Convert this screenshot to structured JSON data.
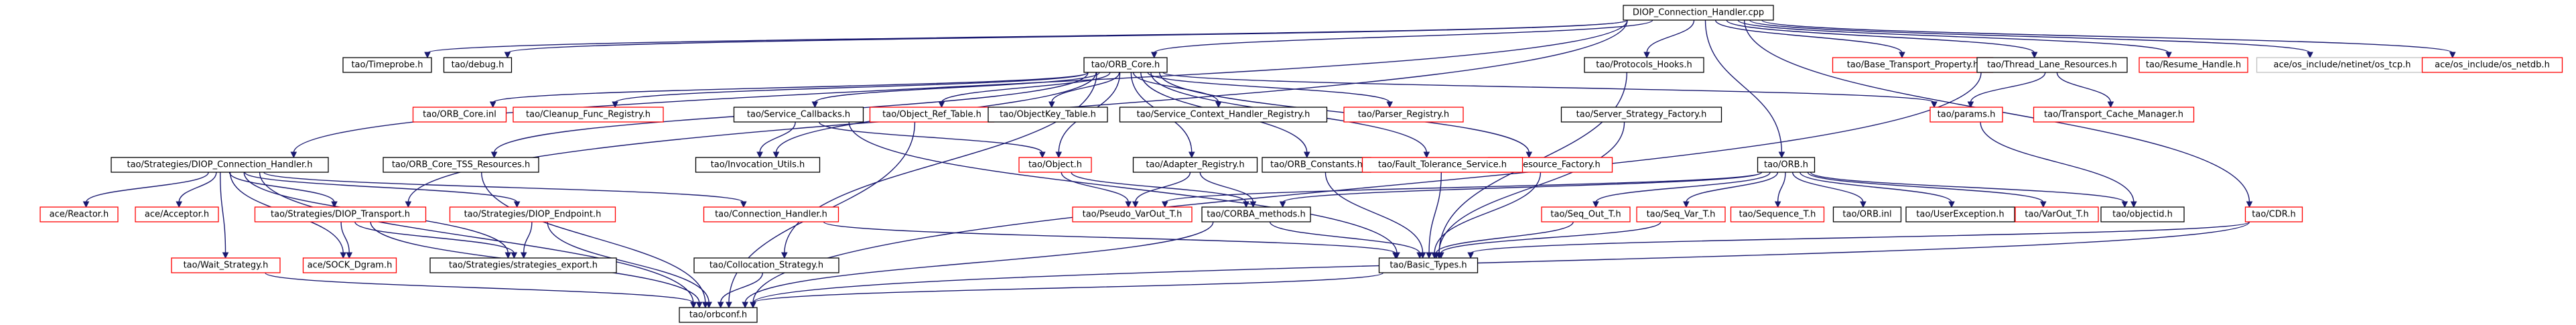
{
  "nodes": [
    {
      "id": "diop_cpp",
      "label": "DIOP_Connection_Handler.cpp",
      "kind": "root"
    },
    {
      "id": "timeprobe",
      "label": "tao/Timeprobe.h",
      "kind": "plain"
    },
    {
      "id": "debug",
      "label": "tao/debug.h",
      "kind": "plain"
    },
    {
      "id": "orb_core",
      "label": "tao/ORB_Core.h",
      "kind": "plain"
    },
    {
      "id": "protocols_hooks",
      "label": "tao/Protocols_Hooks.h",
      "kind": "plain"
    },
    {
      "id": "base_transport_property",
      "label": "tao/Base_Transport_Property.h",
      "kind": "missing"
    },
    {
      "id": "thread_lane_resources",
      "label": "tao/Thread_Lane_Resources.h",
      "kind": "plain"
    },
    {
      "id": "resume_handle",
      "label": "tao/Resume_Handle.h",
      "kind": "missing"
    },
    {
      "id": "netinet_tcp",
      "label": "ace/os_include/netinet/os_tcp.h",
      "kind": "faded"
    },
    {
      "id": "os_netdb",
      "label": "ace/os_include/os_netdb.h",
      "kind": "missing"
    },
    {
      "id": "orb_core_inl",
      "label": "tao/ORB_Core.inl",
      "kind": "missing"
    },
    {
      "id": "cleanup_func",
      "label": "tao/Cleanup_Func_Registry.h",
      "kind": "missing"
    },
    {
      "id": "service_callbacks",
      "label": "tao/Service_Callbacks.h",
      "kind": "plain"
    },
    {
      "id": "object_ref_table",
      "label": "tao/Object_Ref_Table.h",
      "kind": "missing"
    },
    {
      "id": "objectkey_table",
      "label": "tao/ObjectKey_Table.h",
      "kind": "plain"
    },
    {
      "id": "service_context_handler",
      "label": "tao/Service_Context_Handler_Registry.h",
      "kind": "plain"
    },
    {
      "id": "parser_registry",
      "label": "tao/Parser_Registry.h",
      "kind": "missing"
    },
    {
      "id": "resource_factory",
      "label": "tao/Resource_Factory.h",
      "kind": "missing"
    },
    {
      "id": "params",
      "label": "tao/params.h",
      "kind": "missing"
    },
    {
      "id": "transport_cache_manager",
      "label": "tao/Transport_Cache_Manager.h",
      "kind": "missing"
    },
    {
      "id": "server_strategy_factory",
      "label": "tao/Server_Strategy_Factory.h",
      "kind": "plain"
    },
    {
      "id": "orb_core_tss",
      "label": "tao/ORB_Core_TSS_Resources.h",
      "kind": "plain"
    },
    {
      "id": "invocation_utils",
      "label": "tao/Invocation_Utils.h",
      "kind": "plain"
    },
    {
      "id": "object",
      "label": "tao/Object.h",
      "kind": "missing"
    },
    {
      "id": "adapter_registry",
      "label": "tao/Adapter_Registry.h",
      "kind": "plain"
    },
    {
      "id": "orb_constants",
      "label": "tao/ORB_Constants.h",
      "kind": "plain"
    },
    {
      "id": "fault_tolerance",
      "label": "tao/Fault_Tolerance_Service.h",
      "kind": "missing"
    },
    {
      "id": "orb_h",
      "label": "tao/ORB.h",
      "kind": "plain"
    },
    {
      "id": "diop_connection_handler_h",
      "label": "tao/Strategies/DIOP_Connection_Handler.h",
      "kind": "plain"
    },
    {
      "id": "ace_reactor",
      "label": "ace/Reactor.h",
      "kind": "missing"
    },
    {
      "id": "ace_acceptor",
      "label": "ace/Acceptor.h",
      "kind": "missing"
    },
    {
      "id": "diop_transport",
      "label": "tao/Strategies/DIOP_Transport.h",
      "kind": "missing"
    },
    {
      "id": "diop_endpoint",
      "label": "tao/Strategies/DIOP_Endpoint.h",
      "kind": "missing"
    },
    {
      "id": "connection_handler",
      "label": "tao/Connection_Handler.h",
      "kind": "missing"
    },
    {
      "id": "pseudo_var_out",
      "label": "tao/Pseudo_VarOut_T.h",
      "kind": "missing"
    },
    {
      "id": "corba_methods",
      "label": "tao/CORBA_methods.h",
      "kind": "plain"
    },
    {
      "id": "seq_out",
      "label": "tao/Seq_Out_T.h",
      "kind": "missing"
    },
    {
      "id": "seq_var",
      "label": "tao/Seq_Var_T.h",
      "kind": "missing"
    },
    {
      "id": "sequence_t",
      "label": "tao/Sequence_T.h",
      "kind": "missing"
    },
    {
      "id": "orb_inl",
      "label": "tao/ORB.inl",
      "kind": "plain"
    },
    {
      "id": "userexception",
      "label": "tao/UserException.h",
      "kind": "plain"
    },
    {
      "id": "varout_t",
      "label": "tao/VarOut_T.h",
      "kind": "missing"
    },
    {
      "id": "objectid",
      "label": "tao/objectid.h",
      "kind": "plain"
    },
    {
      "id": "cdr",
      "label": "tao/CDR.h",
      "kind": "missing"
    },
    {
      "id": "wait_strategy",
      "label": "tao/Wait_Strategy.h",
      "kind": "missing"
    },
    {
      "id": "sock_dgram",
      "label": "ace/SOCK_Dgram.h",
      "kind": "missing"
    },
    {
      "id": "strategies_export",
      "label": "tao/Strategies/strategies_export.h",
      "kind": "plain"
    },
    {
      "id": "collocation_strategy",
      "label": "tao/Collocation_Strategy.h",
      "kind": "plain"
    },
    {
      "id": "basic_types",
      "label": "tao/Basic_Types.h",
      "kind": "plain"
    },
    {
      "id": "orbconf",
      "label": "tao/orbconf.h",
      "kind": "plain"
    }
  ],
  "edges": [
    [
      "diop_cpp",
      "timeprobe"
    ],
    [
      "diop_cpp",
      "debug"
    ],
    [
      "diop_cpp",
      "orb_core"
    ],
    [
      "diop_cpp",
      "protocols_hooks"
    ],
    [
      "diop_cpp",
      "base_transport_property"
    ],
    [
      "diop_cpp",
      "thread_lane_resources"
    ],
    [
      "diop_cpp",
      "resume_handle"
    ],
    [
      "diop_cpp",
      "netinet_tcp"
    ],
    [
      "diop_cpp",
      "os_netdb"
    ],
    [
      "diop_cpp",
      "diop_connection_handler_h"
    ],
    [
      "diop_cpp",
      "diop_transport"
    ],
    [
      "diop_cpp",
      "orb_h"
    ],
    [
      "diop_cpp",
      "cdr"
    ],
    [
      "orb_core",
      "orb_core_inl"
    ],
    [
      "orb_core",
      "cleanup_func"
    ],
    [
      "orb_core",
      "service_callbacks"
    ],
    [
      "orb_core",
      "object_ref_table"
    ],
    [
      "orb_core",
      "objectkey_table"
    ],
    [
      "orb_core",
      "service_context_handler"
    ],
    [
      "orb_core",
      "parser_registry"
    ],
    [
      "orb_core",
      "resource_factory"
    ],
    [
      "orb_core",
      "params"
    ],
    [
      "orb_core",
      "orb_core_tss"
    ],
    [
      "orb_core",
      "invocation_utils"
    ],
    [
      "orb_core",
      "object"
    ],
    [
      "orb_core",
      "adapter_registry"
    ],
    [
      "orb_core",
      "orb_constants"
    ],
    [
      "orb_core",
      "fault_tolerance"
    ],
    [
      "orb_core",
      "collocation_strategy"
    ],
    [
      "protocols_hooks",
      "basic_types"
    ],
    [
      "thread_lane_resources",
      "params"
    ],
    [
      "thread_lane_resources",
      "transport_cache_manager"
    ],
    [
      "thread_lane_resources",
      "orbconf"
    ],
    [
      "server_strategy_factory",
      "basic_types"
    ],
    [
      "service_callbacks",
      "invocation_utils"
    ],
    [
      "service_callbacks",
      "object"
    ],
    [
      "service_callbacks",
      "basic_types"
    ],
    [
      "object_ref_table",
      "orbconf"
    ],
    [
      "params",
      "objectid"
    ],
    [
      "object",
      "pseudo_var_out"
    ],
    [
      "object",
      "corba_methods"
    ],
    [
      "adapter_registry",
      "pseudo_var_out"
    ],
    [
      "adapter_registry",
      "corba_methods"
    ],
    [
      "orb_constants",
      "basic_types"
    ],
    [
      "fault_tolerance",
      "basic_types"
    ],
    [
      "resource_factory",
      "basic_types"
    ],
    [
      "orb_core_tss",
      "orbconf"
    ],
    [
      "orb_h",
      "userexception"
    ],
    [
      "orb_h",
      "orb_inl"
    ],
    [
      "orb_h",
      "objectid"
    ],
    [
      "orb_h",
      "varout_t"
    ],
    [
      "orb_h",
      "sequence_t"
    ],
    [
      "orb_h",
      "seq_var"
    ],
    [
      "orb_h",
      "seq_out"
    ],
    [
      "orb_h",
      "corba_methods"
    ],
    [
      "orb_h",
      "pseudo_var_out"
    ],
    [
      "corba_methods",
      "basic_types"
    ],
    [
      "corba_methods",
      "orbconf"
    ],
    [
      "seq_out",
      "basic_types"
    ],
    [
      "seq_var",
      "basic_types"
    ],
    [
      "basic_types",
      "orbconf"
    ],
    [
      "cdr",
      "basic_types"
    ],
    [
      "cdr",
      "orbconf"
    ],
    [
      "diop_connection_handler_h",
      "ace_reactor"
    ],
    [
      "diop_connection_handler_h",
      "ace_acceptor"
    ],
    [
      "diop_connection_handler_h",
      "diop_transport"
    ],
    [
      "diop_connection_handler_h",
      "diop_endpoint"
    ],
    [
      "diop_connection_handler_h",
      "connection_handler"
    ],
    [
      "diop_connection_handler_h",
      "wait_strategy"
    ],
    [
      "diop_connection_handler_h",
      "sock_dgram"
    ],
    [
      "diop_connection_handler_h",
      "strategies_export"
    ],
    [
      "diop_connection_handler_h",
      "orbconf"
    ],
    [
      "diop_transport",
      "sock_dgram"
    ],
    [
      "diop_transport",
      "strategies_export"
    ],
    [
      "diop_transport",
      "orbconf"
    ],
    [
      "diop_endpoint",
      "strategies_export"
    ],
    [
      "diop_endpoint",
      "orbconf"
    ],
    [
      "connection_handler",
      "basic_types"
    ],
    [
      "wait_strategy",
      "orbconf"
    ],
    [
      "collocation_strategy",
      "orbconf"
    ]
  ],
  "colors": {
    "edge": "#191970",
    "missing": "#ff0000",
    "plain": "#000000",
    "faded": "#bfbfbf",
    "root_fill": "#bfbfbf"
  }
}
